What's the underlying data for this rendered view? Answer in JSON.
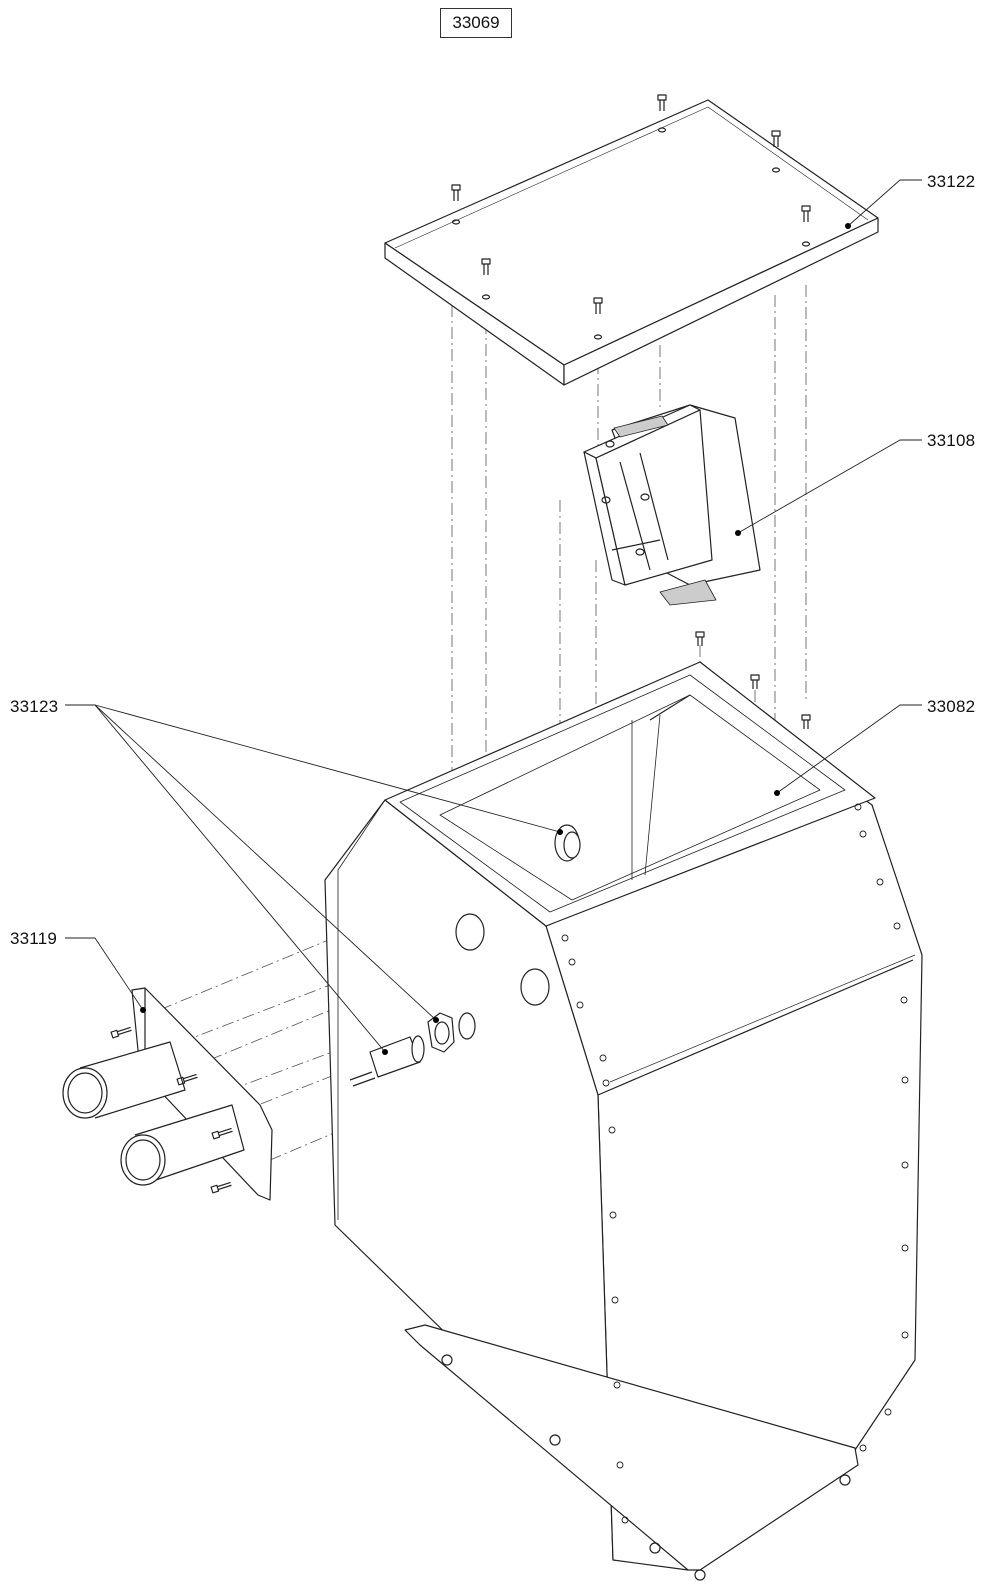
{
  "drawing_number": "33069",
  "callouts": [
    {
      "id": "lid",
      "label": "33122"
    },
    {
      "id": "module",
      "label": "33108"
    },
    {
      "id": "housing",
      "label": "33082"
    },
    {
      "id": "nut",
      "label": "33123"
    },
    {
      "id": "flange",
      "label": "33119"
    }
  ],
  "colors": {
    "line": "#222222",
    "background": "#ffffff",
    "hidden": "#555555"
  }
}
